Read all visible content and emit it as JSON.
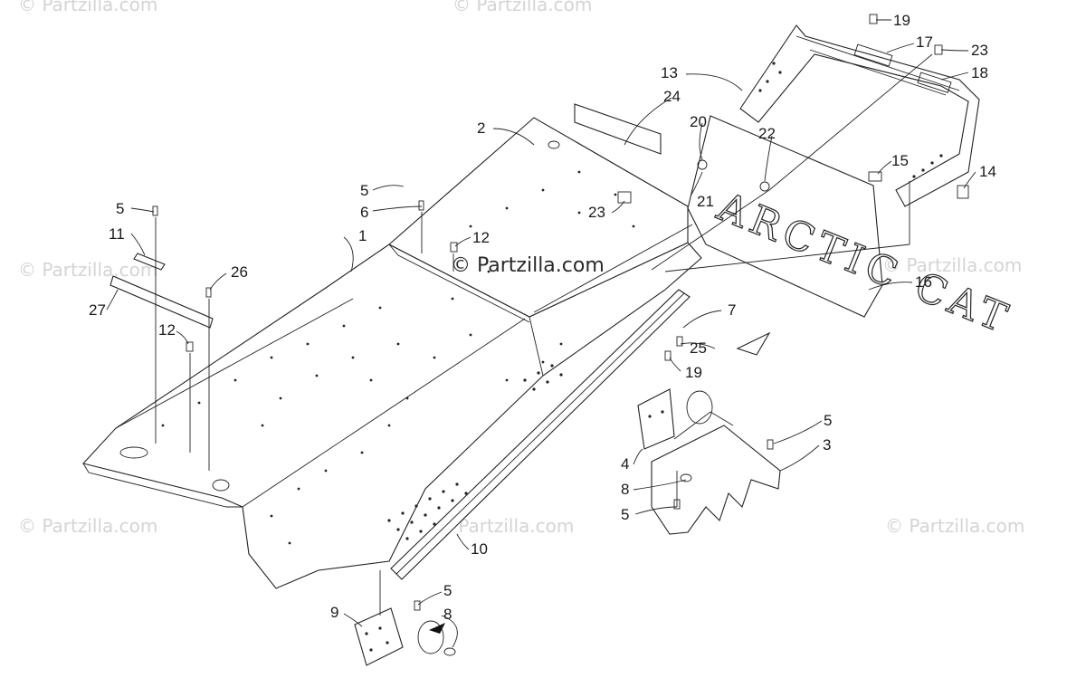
{
  "watermarks": {
    "main": "© Partzilla.com",
    "faint": "© Partzilla.com"
  },
  "decal_text": "ARCTIC CAT",
  "callouts": {
    "c1": "1",
    "c2": "2",
    "c3": "3",
    "c4": "4",
    "c5a": "5",
    "c5b": "5",
    "c5c": "5",
    "c5d": "5",
    "c5e": "5",
    "c6": "6",
    "c7": "7",
    "c8a": "8",
    "c8b": "8",
    "c9": "9",
    "c10": "10",
    "c11": "11",
    "c12a": "12",
    "c12b": "12",
    "c13": "13",
    "c14": "14",
    "c15": "15",
    "c16": "16",
    "c17": "17",
    "c18": "18",
    "c19a": "19",
    "c19b": "19",
    "c20": "20",
    "c21": "21",
    "c22": "22",
    "c23a": "23",
    "c23b": "23",
    "c24": "24",
    "c25": "25",
    "c26": "26",
    "c27": "27"
  },
  "colors": {
    "line": "#222222",
    "watermark": "#d4d4d4"
  }
}
